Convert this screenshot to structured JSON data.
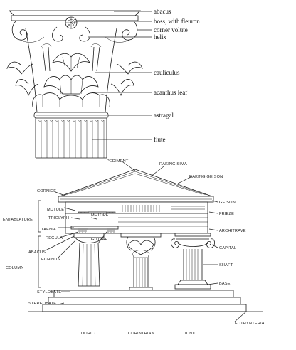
{
  "capital_figure": {
    "labels": {
      "abacus": "abacus",
      "boss": "boss, with fleuron",
      "corner_volute": "corner volute",
      "helix": "helix",
      "cauliculus": "cauliculus",
      "acanthus_leaf": "acanthus leaf",
      "astragal": "astragal",
      "flute": "flute"
    }
  },
  "temple_figure": {
    "labels": {
      "pediment": "PEDIMENT",
      "raking_sima": "RAKING SIMA",
      "raking_geison": "RAKING GEISON",
      "cornice": "CORNICE",
      "mutule": "MUTULE",
      "entablature": "ENTABLATURE",
      "triglyph": "TRIGLYPH",
      "metope": "METOPE",
      "taenia": "TAENIA",
      "regula": "REGULA",
      "guttae": "GUTTAE",
      "abacus": "ABACUS",
      "echinus": "ECHINUS",
      "column": "COLUMN",
      "stylobate": "STYLOBATE",
      "stereobate": "STEREOBATE",
      "geison": "GEISON",
      "frieze": "FRIEZE",
      "architrave": "ARCHITRAVE",
      "capital": "CAPITAL",
      "shaft": "SHAFT",
      "base": "BASE",
      "euthynteria": "EUTHYNTERIA",
      "doric": "DORIC",
      "corinthian": "CORINTHIAN",
      "ionic": "IONIC"
    }
  }
}
